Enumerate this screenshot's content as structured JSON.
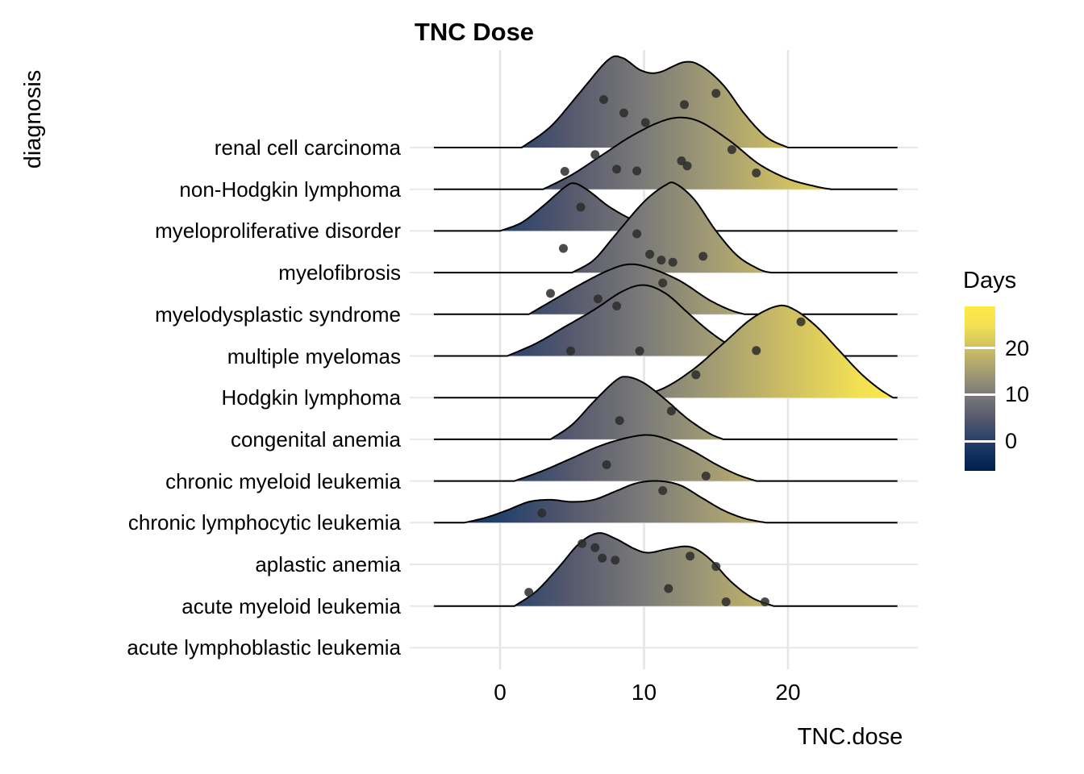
{
  "figure": {
    "background": "#FFFFFF"
  },
  "chart": {
    "title": "TNC Dose",
    "xlabel": "TNC.dose",
    "ylabel": "diagnosis"
  },
  "legend": {
    "title": "Days",
    "tick_labels": [
      "20",
      "10",
      "0"
    ],
    "tick_values": [
      20,
      10,
      0
    ],
    "value_top": 29,
    "value_bottom": -6.4
  },
  "chart_data": {
    "type": "ridgeline",
    "title": "TNC Dose",
    "xlabel": "TNC.dose",
    "ylabel": "diagnosis",
    "x_ticks": [
      0,
      10,
      20
    ],
    "x_range": [
      -6.4,
      29
    ],
    "grid": "major vertical at 0/10/20, horizontal per category",
    "legend_position": "right",
    "fill_mapping": "x value mapped to 'Days' cividis colormap gradient",
    "colormap": [
      [
        -6,
        "#00204D"
      ],
      [
        0,
        "#24406C"
      ],
      [
        5,
        "#57596D"
      ],
      [
        10,
        "#7B7B78"
      ],
      [
        15,
        "#A49D73"
      ],
      [
        20,
        "#CEBF62"
      ],
      [
        25,
        "#F3E153"
      ],
      [
        29,
        "#FFEA46"
      ]
    ],
    "point_color": "#2B2B2B",
    "categories": [
      {
        "label": "renal cell carcinoma",
        "ridge": [
          [
            1.5,
            0
          ],
          [
            3.5,
            0.5
          ],
          [
            5.5,
            1.3
          ],
          [
            7.5,
            2.1
          ],
          [
            8.5,
            2.15
          ],
          [
            9.8,
            1.85
          ],
          [
            11,
            1.8
          ],
          [
            12.8,
            2.05
          ],
          [
            14,
            1.95
          ],
          [
            15.5,
            1.5
          ],
          [
            17,
            0.8
          ],
          [
            18.5,
            0.25
          ],
          [
            20,
            0
          ]
        ],
        "points": [
          [
            7.2,
            1.15
          ],
          [
            8.6,
            0.83
          ],
          [
            10.1,
            0.6
          ],
          [
            12.8,
            1.03
          ],
          [
            15.0,
            1.3
          ]
        ]
      },
      {
        "label": "non-Hodgkin lymphoma",
        "ridge": [
          [
            3,
            0
          ],
          [
            5,
            0.35
          ],
          [
            7,
            0.8
          ],
          [
            9,
            1.25
          ],
          [
            11,
            1.6
          ],
          [
            12.5,
            1.72
          ],
          [
            14,
            1.6
          ],
          [
            16,
            1.15
          ],
          [
            18,
            0.6
          ],
          [
            20,
            0.25
          ],
          [
            22,
            0.06
          ],
          [
            23,
            0
          ]
        ],
        "points": [
          [
            4.5,
            0.43
          ],
          [
            6.6,
            0.83
          ],
          [
            8.1,
            0.48
          ],
          [
            9.5,
            0.44
          ],
          [
            12.6,
            0.68
          ],
          [
            13.0,
            0.56
          ],
          [
            16.1,
            0.95
          ],
          [
            17.8,
            0.39
          ]
        ]
      },
      {
        "label": "myeloproliferative disorder",
        "ridge": [
          [
            0,
            0
          ],
          [
            1.5,
            0.2
          ],
          [
            3,
            0.6
          ],
          [
            4.5,
            1.05
          ],
          [
            5.2,
            1.14
          ],
          [
            6.2,
            0.95
          ],
          [
            7.5,
            0.6
          ],
          [
            9,
            0.3
          ],
          [
            10.5,
            0.1
          ],
          [
            12,
            0
          ]
        ],
        "points": [
          [
            5.6,
            0.57
          ]
        ]
      },
      {
        "label": "myelofibrosis",
        "ridge": [
          [
            5,
            0
          ],
          [
            6.5,
            0.3
          ],
          [
            8,
            0.9
          ],
          [
            10,
            1.7
          ],
          [
            11.5,
            2.1
          ],
          [
            12.2,
            2.13
          ],
          [
            13.5,
            1.75
          ],
          [
            15,
            1.0
          ],
          [
            16.5,
            0.4
          ],
          [
            18,
            0.08
          ],
          [
            18.8,
            0
          ]
        ],
        "points": [
          [
            4.4,
            0.58
          ],
          [
            9.5,
            0.93
          ],
          [
            10.4,
            0.44
          ],
          [
            11.2,
            0.3
          ],
          [
            12.0,
            0.25
          ],
          [
            14.1,
            0.39
          ]
        ]
      },
      {
        "label": "myelodysplastic syndrome",
        "ridge": [
          [
            2,
            0
          ],
          [
            3.5,
            0.3
          ],
          [
            5.5,
            0.7
          ],
          [
            7.5,
            1.05
          ],
          [
            9,
            1.2
          ],
          [
            10.5,
            1.1
          ],
          [
            12.5,
            0.8
          ],
          [
            14.5,
            0.35
          ],
          [
            16,
            0.1
          ],
          [
            17,
            0
          ]
        ],
        "points": [
          [
            3.5,
            0.5
          ],
          [
            6.8,
            0.37
          ],
          [
            8.1,
            0.2
          ],
          [
            11.3,
            0.75
          ]
        ]
      },
      {
        "label": "multiple myelomas",
        "ridge": [
          [
            0.5,
            0
          ],
          [
            2.5,
            0.3
          ],
          [
            4.5,
            0.7
          ],
          [
            6.5,
            1.1
          ],
          [
            8.5,
            1.55
          ],
          [
            10,
            1.7
          ],
          [
            11.5,
            1.5
          ],
          [
            13,
            1.05
          ],
          [
            14.5,
            0.6
          ],
          [
            16,
            0.25
          ],
          [
            17.5,
            0.05
          ],
          [
            18.5,
            0
          ]
        ],
        "points": [
          [
            4.9,
            0.12
          ],
          [
            9.7,
            0.12
          ],
          [
            17.8,
            0.13
          ]
        ]
      },
      {
        "label": "Hodgkin lymphoma",
        "ridge": [
          [
            9.5,
            0
          ],
          [
            11.5,
            0.25
          ],
          [
            13.5,
            0.7
          ],
          [
            15.5,
            1.3
          ],
          [
            17.5,
            1.9
          ],
          [
            19.3,
            2.2
          ],
          [
            20.5,
            2.1
          ],
          [
            22,
            1.7
          ],
          [
            23.5,
            1.15
          ],
          [
            25,
            0.6
          ],
          [
            26.3,
            0.22
          ],
          [
            27.3,
            0
          ]
        ],
        "points": [
          [
            13.6,
            0.55
          ],
          [
            20.9,
            1.82
          ]
        ]
      },
      {
        "label": "congenital anemia",
        "ridge": [
          [
            3.5,
            0
          ],
          [
            5,
            0.35
          ],
          [
            6.5,
            0.9
          ],
          [
            8,
            1.4
          ],
          [
            8.8,
            1.5
          ],
          [
            10,
            1.35
          ],
          [
            11.5,
            0.95
          ],
          [
            13,
            0.5
          ],
          [
            14.5,
            0.15
          ],
          [
            15.5,
            0
          ]
        ],
        "points": [
          [
            8.3,
            0.45
          ],
          [
            11.9,
            0.68
          ]
        ]
      },
      {
        "label": "chronic myeloid leukemia",
        "ridge": [
          [
            1,
            0
          ],
          [
            3,
            0.25
          ],
          [
            5,
            0.55
          ],
          [
            7,
            0.85
          ],
          [
            9,
            1.05
          ],
          [
            10.5,
            1.1
          ],
          [
            12,
            0.95
          ],
          [
            13.5,
            0.7
          ],
          [
            15,
            0.4
          ],
          [
            16.5,
            0.15
          ],
          [
            17.8,
            0
          ]
        ],
        "points": [
          [
            7.4,
            0.39
          ],
          [
            14.3,
            0.12
          ]
        ]
      },
      {
        "label": "chronic lymphocytic leukemia",
        "ridge": [
          [
            -2.5,
            0
          ],
          [
            -1,
            0.12
          ],
          [
            0.5,
            0.3
          ],
          [
            2,
            0.5
          ],
          [
            3.5,
            0.55
          ],
          [
            5,
            0.5
          ],
          [
            6.5,
            0.55
          ],
          [
            8,
            0.75
          ],
          [
            9.5,
            0.95
          ],
          [
            11,
            1.0
          ],
          [
            12.5,
            0.9
          ],
          [
            14,
            0.6
          ],
          [
            15.5,
            0.3
          ],
          [
            17,
            0.1
          ],
          [
            18.5,
            0
          ]
        ],
        "points": [
          [
            2.9,
            0.23
          ],
          [
            11.3,
            0.77
          ]
        ]
      },
      {
        "label": "aplastic anemia",
        "ridge": [],
        "points": []
      },
      {
        "label": "acute myeloid leukemia",
        "ridge": [
          [
            1,
            0
          ],
          [
            2.5,
            0.35
          ],
          [
            4,
            0.9
          ],
          [
            5.5,
            1.5
          ],
          [
            6.8,
            1.75
          ],
          [
            8,
            1.62
          ],
          [
            9.3,
            1.38
          ],
          [
            10.3,
            1.28
          ],
          [
            11.8,
            1.38
          ],
          [
            13.2,
            1.42
          ],
          [
            14.5,
            1.15
          ],
          [
            16,
            0.6
          ],
          [
            17.5,
            0.2
          ],
          [
            19,
            0
          ]
        ],
        "points": [
          [
            2.0,
            0.33
          ],
          [
            5.7,
            1.5
          ],
          [
            6.6,
            1.4
          ],
          [
            7.1,
            1.15
          ],
          [
            8.0,
            1.1
          ],
          [
            11.7,
            0.42
          ],
          [
            13.2,
            1.2
          ],
          [
            15.0,
            0.95
          ],
          [
            15.7,
            0.1
          ],
          [
            18.4,
            0.1
          ]
        ]
      },
      {
        "label": "acute lymphoblastic leukemia",
        "ridge": [],
        "points": []
      }
    ]
  }
}
